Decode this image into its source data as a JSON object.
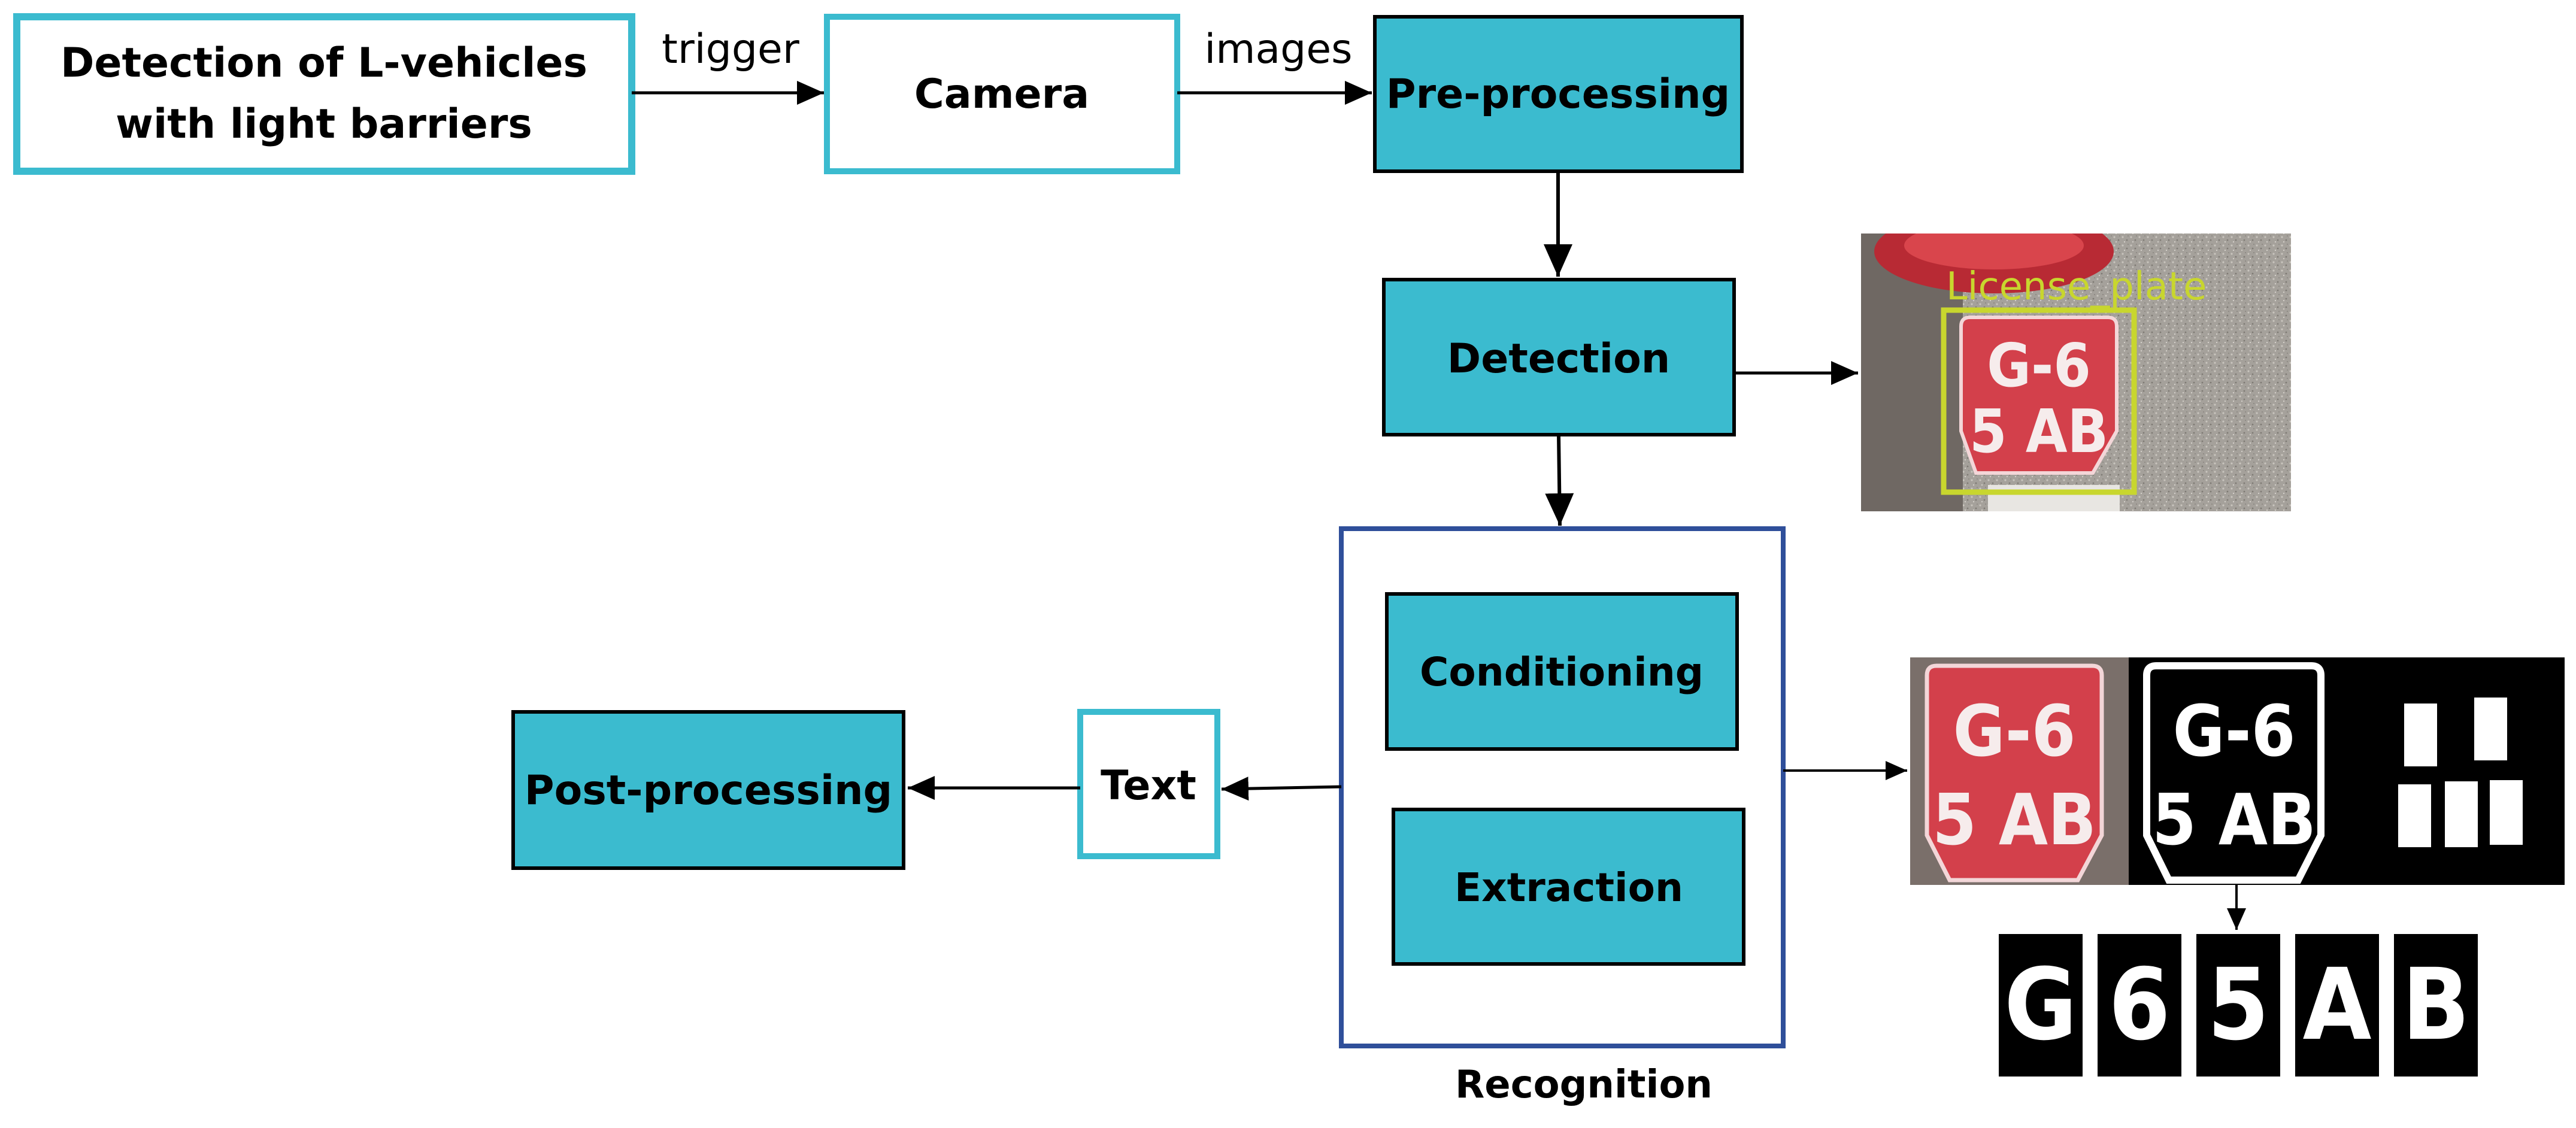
{
  "colors": {
    "teal": "#3BBBCF",
    "outline_teal": "#3BBBCF",
    "recognition_border": "#2F4F9A",
    "plate_red": "#D3404B",
    "detection_box": "#C8D62E",
    "road": "#9E9A94"
  },
  "nodes": {
    "detection_l_vehicles_line1": "Detection of L-vehicles",
    "detection_l_vehicles_line2": "with light barriers",
    "camera": "Camera",
    "preprocessing": "Pre-processing",
    "detection": "Detection",
    "conditioning": "Conditioning",
    "extraction": "Extraction",
    "recognition": "Recognition",
    "text": "Text",
    "postprocessing": "Post-processing"
  },
  "edges": {
    "trigger": "trigger",
    "images": "images"
  },
  "images": {
    "detection_photo_label": "License_plate",
    "plate_line1": "G-6",
    "plate_line2": "5 AB",
    "characters": [
      "G",
      "6",
      "5",
      "A",
      "B"
    ]
  }
}
